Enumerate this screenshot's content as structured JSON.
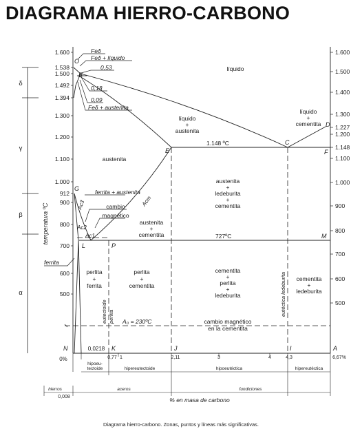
{
  "title": "DIAGRAMA HIERRO-CARBONO",
  "caption": "Diagrama hierro-carbono. Zonas, puntos y líneas más significativas.",
  "xlabel": "% en masa de carbono",
  "ylabel": "temperatura ºC",
  "axes": {
    "left_ticks": [
      "1.600",
      "1.538",
      "1.500",
      "1.492",
      "1.394",
      "1.300",
      "1.200",
      "1.100",
      "1.000",
      "912",
      "900",
      "800",
      "700",
      "600",
      "500"
    ],
    "right_ticks": [
      "1.600",
      "1.500",
      "1.400",
      "1.300",
      "1.227",
      "1.200",
      "1.148",
      "1.100",
      "1.000",
      "900",
      "800",
      "700",
      "600",
      "500"
    ],
    "x_ticks": [
      "0%",
      "0,0218",
      "0,77",
      "1",
      "2,11",
      "3",
      "4",
      "4,3",
      "6,67%"
    ],
    "x_sub": "0,008"
  },
  "phase_bands": [
    "δ",
    "γ",
    "β",
    "α"
  ],
  "points": [
    "O",
    "B",
    "E",
    "C",
    "D",
    "F",
    "G",
    "L",
    "P",
    "N",
    "K",
    "J",
    "I",
    "A",
    "M"
  ],
  "regions": {
    "liquido": "líquido",
    "liq_austenita": [
      "líquido",
      "+",
      "austenita"
    ],
    "liq_cementita": [
      "líquido",
      "+",
      "cementita"
    ],
    "austenita": "austenita",
    "aus_led_cem": [
      "austenita",
      "+",
      "ledeburita",
      "+",
      "cementita"
    ],
    "fer_aus": "ferrita + austenita",
    "aus_cem": [
      "austenita",
      "+",
      "cementita"
    ],
    "cambio_mag": [
      "cambio",
      "magnético"
    ],
    "perl_fer": [
      "perlita",
      "+",
      "ferrita"
    ],
    "perl_cem": [
      "perlita",
      "+",
      "cementita"
    ],
    "cem_perl_led": [
      "cementita",
      "+",
      "perlita",
      "+",
      "ledeburita"
    ],
    "cem_led": [
      "cementita",
      "+",
      "ledeburita"
    ],
    "ferrita": "ferrita",
    "cambio_mag_cem": [
      "cambio magnético",
      "en la cementita"
    ]
  },
  "labels": {
    "fe_delta": "Feδ",
    "fe_delta_liq": "Feδ + líquido",
    "fe_delta_aus": "Feδ + austenita",
    "c053": "0,53",
    "c018": "0,18",
    "c009": "0,09",
    "t1148": "1.148 ºC",
    "t727": "727ºC",
    "a0": "A₀ = 230ºC",
    "ac3": "Ac3",
    "acm": "Acm",
    "ac2": "Ac2",
    "ac1": "Ac1",
    "eutectoide": "eutectoide",
    "perlita": "perlita",
    "eutectica": "eutéctica ledeburita"
  },
  "bottom": {
    "zones": [
      "hipoeu-",
      "tectoide",
      "hipereutectoide",
      "hipoeutéctica",
      "hipereutéctica"
    ],
    "groups": [
      "hierros",
      "aceros",
      "fundiciones"
    ]
  }
}
